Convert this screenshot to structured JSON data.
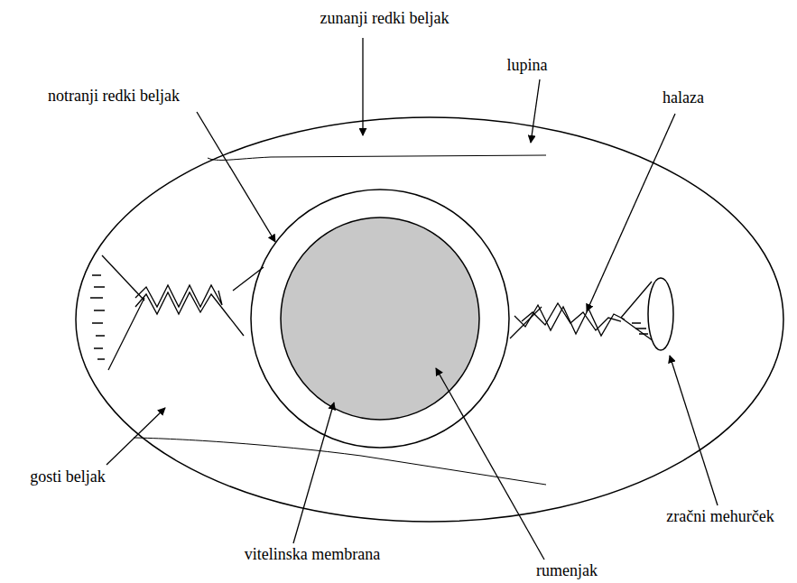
{
  "diagram": {
    "labels": [
      "zunanji redki beljak",
      "lupina",
      "notranji redki beljak",
      "halaza",
      "gosti beljak",
      "zračni mehurček",
      "vitelinska membrana",
      "rumenjak"
    ]
  }
}
